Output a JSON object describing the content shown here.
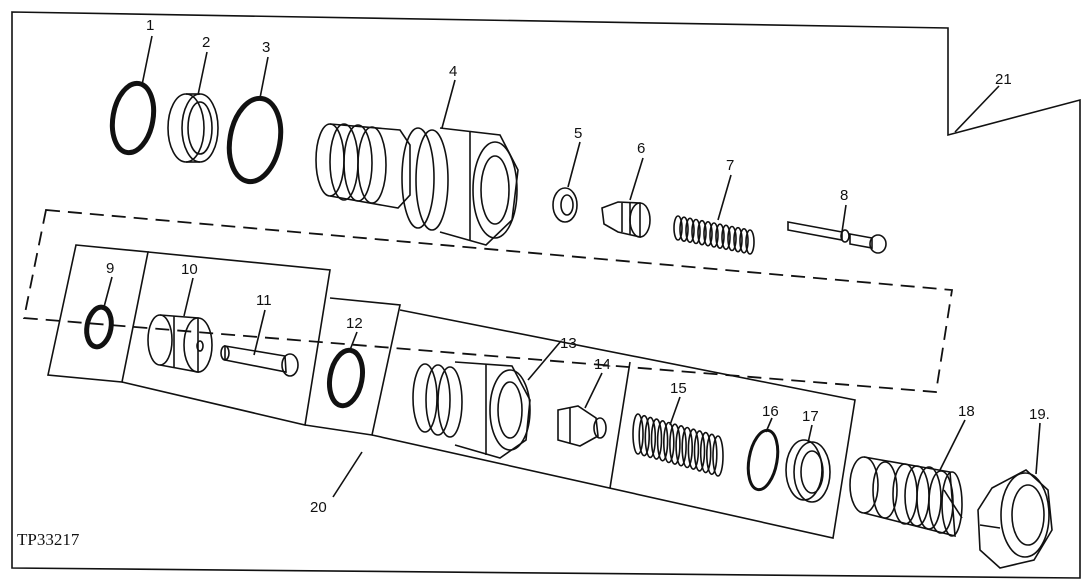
{
  "callouts": {
    "c1": "1",
    "c2": "2",
    "c3": "3",
    "c4": "4",
    "c5": "5",
    "c6": "6",
    "c7": "7",
    "c8": "8",
    "c9": "9",
    "c10": "10",
    "c11": "11",
    "c12": "12",
    "c13": "13",
    "c14": "14",
    "c15": "15",
    "c16": "16",
    "c17": "17",
    "c18": "18",
    "c19": "19.",
    "c20": "20",
    "c21": "21"
  },
  "figure_id": "TP33217"
}
